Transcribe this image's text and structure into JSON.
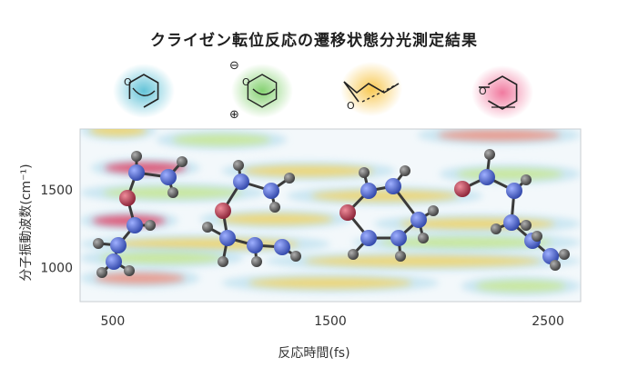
{
  "title": "クライゼン転位反応の遷移状態分光測定結果",
  "chart_data": {
    "type": "heatmap",
    "title": "クライゼン転位反応の遷移状態分光測定結果",
    "xlabel": "反応時間(fs)",
    "ylabel": "分子振動波数(cm⁻¹)",
    "xlim": [
      350,
      2650
    ],
    "ylim": [
      780,
      1890
    ],
    "xticks": [
      500,
      1500,
      2500
    ],
    "yticks": [
      1000,
      1500
    ],
    "colormap": [
      "#2f6fd6",
      "#7cc8e8",
      "#c9e88a",
      "#f4d35e",
      "#f08c7a",
      "#e23a5e"
    ],
    "grid": false,
    "legend": "none",
    "bands": [
      {
        "x": [
          350,
          700
        ],
        "y": 1880,
        "v": 0.55
      },
      {
        "x": [
          700,
          1300
        ],
        "y": 1820,
        "v": 0.45
      },
      {
        "x": [
          1900,
          2650
        ],
        "y": 1850,
        "v": 0.75
      },
      {
        "x": [
          400,
          900
        ],
        "y": 1640,
        "v": 0.85
      },
      {
        "x": [
          1000,
          1800
        ],
        "y": 1620,
        "v": 0.5
      },
      {
        "x": [
          2000,
          2650
        ],
        "y": 1600,
        "v": 0.45
      },
      {
        "x": [
          350,
          1200
        ],
        "y": 1480,
        "v": 0.35
      },
      {
        "x": [
          1300,
          2200
        ],
        "y": 1460,
        "v": 0.55
      },
      {
        "x": [
          350,
          800
        ],
        "y": 1300,
        "v": 0.9
      },
      {
        "x": [
          900,
          1600
        ],
        "y": 1310,
        "v": 0.6
      },
      {
        "x": [
          1700,
          2650
        ],
        "y": 1280,
        "v": 0.5
      },
      {
        "x": [
          350,
          1500
        ],
        "y": 1150,
        "v": 0.6
      },
      {
        "x": [
          1600,
          2650
        ],
        "y": 1160,
        "v": 0.45
      },
      {
        "x": [
          350,
          1100
        ],
        "y": 1060,
        "v": 0.4
      },
      {
        "x": [
          1200,
          2650
        ],
        "y": 1040,
        "v": 0.55
      },
      {
        "x": [
          350,
          900
        ],
        "y": 930,
        "v": 0.7
      },
      {
        "x": [
          1000,
          2000
        ],
        "y": 900,
        "v": 0.5
      },
      {
        "x": [
          2100,
          2650
        ],
        "y": 880,
        "v": 0.4
      }
    ]
  },
  "structures": [
    {
      "name": "reactant",
      "halo": "#5bc0d6"
    },
    {
      "name": "transition-state",
      "halo": "#7fcf6a",
      "minus": "⊖",
      "plus": "⊕"
    },
    {
      "name": "chair-transition",
      "halo": "#f7c548"
    },
    {
      "name": "product",
      "halo": "#f0739a"
    }
  ],
  "colors": {
    "oxygen": "#c04a5a",
    "carbon": "#4a62c8",
    "hydrogen": "#6a6a6a",
    "bond": "#3a3a3a"
  }
}
